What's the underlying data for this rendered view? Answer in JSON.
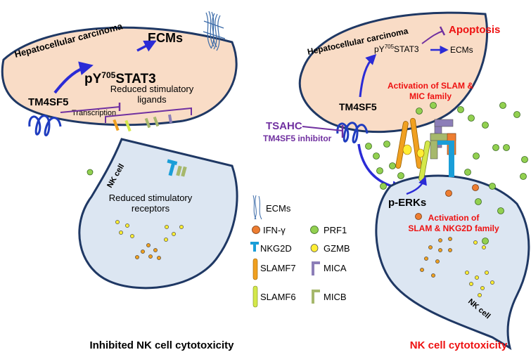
{
  "left_panel": {
    "tumor_label": "Hepatocellular carcinoma",
    "ecms_label": "ECMs",
    "stat3_prefix": "pY",
    "stat3_sup": "705",
    "stat3_suffix": "STAT3",
    "tm4sf5_label": "TM4SF5",
    "transcription_label": "Transcription",
    "reduced_ligands_line1": "Reduced stimulatory",
    "reduced_ligands_line2": "ligands",
    "nk_cell_label": "NK cell",
    "reduced_receptors_line1": "Reduced stimulatory",
    "reduced_receptors_line2": "receptors",
    "caption": "Inhibited NK cell cytotoxicity"
  },
  "right_panel": {
    "tumor_label": "Hepatocellular carcinoma",
    "stat3_prefix": "pY",
    "stat3_sup": "705",
    "stat3_suffix": "STAT3",
    "ecms_label": "ECMs",
    "apoptosis_label": "Apoptosis",
    "activation_slam_mic_line1": "Activation of SLAM &",
    "activation_slam_mic_line2": "MIC family",
    "tm4sf5_label": "TM4SF5",
    "tsahc_label": "TSAHC",
    "inhibitor_label": "TM4SF5 inhibitor",
    "perk_label": "p-ERKs",
    "activation_nkg2d_line1": "Activation of",
    "activation_nkg2d_line2": "SLAM & NKG2D family",
    "nk_cell_label": "NK cell",
    "caption": "NK cell cytotoxicity"
  },
  "legend": {
    "items": [
      {
        "label": "ECMs"
      },
      {
        "label": "IFN-γ"
      },
      {
        "label": "PRF1"
      },
      {
        "label": "NKG2D"
      },
      {
        "label": "GZMB"
      },
      {
        "label": "SLAMF7"
      },
      {
        "label": "MICA"
      },
      {
        "label": "SLAMF6"
      },
      {
        "label": "MICB"
      }
    ]
  },
  "colors": {
    "tumor_fill": "#f9dcc6",
    "nk_fill": "#dce6f2",
    "membrane": "#1f3864",
    "blue_arrow": "#2b2bd6",
    "purple": "#7030a0",
    "red": "#ee1111",
    "prf1": "#92d050",
    "gzmb": "#ffee33",
    "ifng": "#ed7d31",
    "nkg2d": "#1a9ed8",
    "slamf7": "#f0a020",
    "slamf6": "#d4e84a",
    "mica": "#8c7eb8",
    "micb": "#a6b86c"
  }
}
